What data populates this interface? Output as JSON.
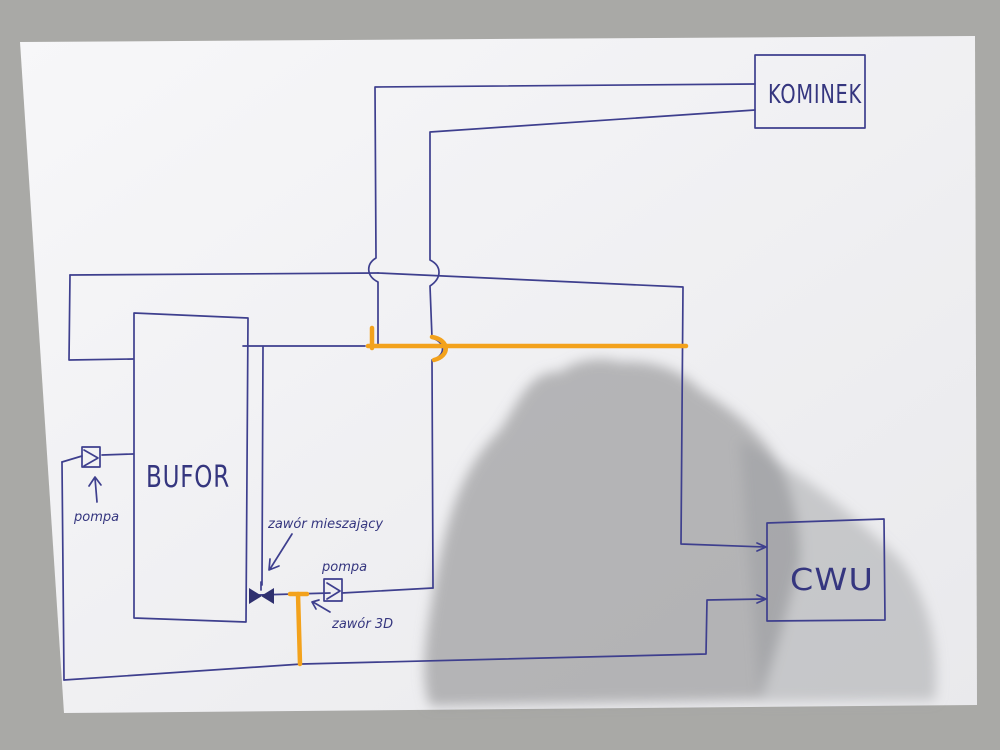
{
  "diagram": {
    "paper_color": "#f4f4f6",
    "background_color": "#a9a9a6",
    "ink_color": "#3e3f8e",
    "highlight_color": "#f3a21c",
    "labels": {
      "kominek": "KOMINEK",
      "bufor": "BUFOR",
      "cwu": "CWU",
      "pompa_left": "pompa",
      "pompa_center": "pompa",
      "zawor_mieszajacy": "zawór mieszający",
      "zawor_3d": "zawór 3D"
    },
    "components": [
      {
        "name": "KOMINEK",
        "type": "box"
      },
      {
        "name": "BUFOR",
        "type": "box"
      },
      {
        "name": "CWU",
        "type": "box"
      },
      {
        "name": "pompa",
        "type": "pump-symbol"
      },
      {
        "name": "pompa",
        "type": "pump-symbol"
      },
      {
        "name": "zawór mieszający",
        "type": "valve"
      },
      {
        "name": "zawór 3D",
        "type": "valve"
      }
    ]
  }
}
